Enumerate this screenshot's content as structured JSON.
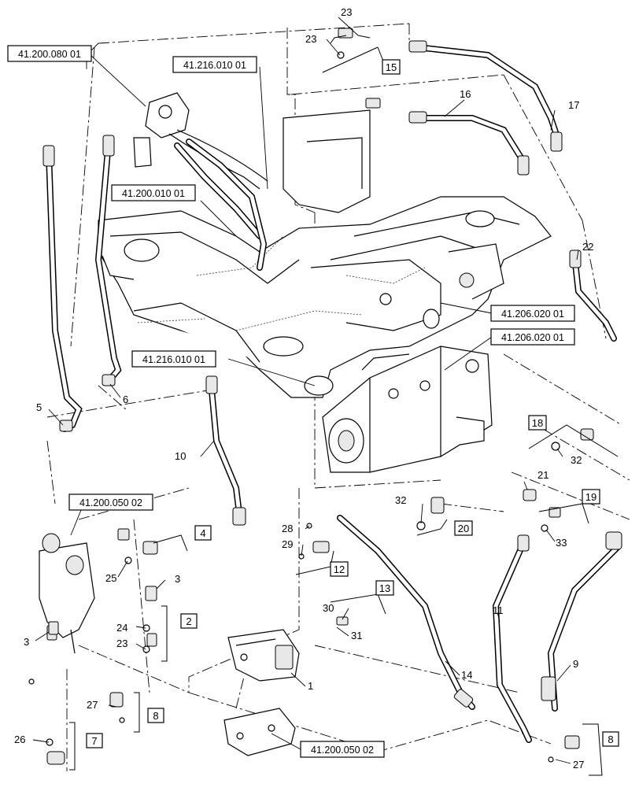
{
  "ref_labels": {
    "r1": "41.200.080 01",
    "r2": "41.216.010 01",
    "r3": "41.200.010 01",
    "r4": "41.206.020 01",
    "r5": "41.206.020 01",
    "r6": "41.216.010 01",
    "r7": "41.200.050 02",
    "r8": "41.200.050 02"
  },
  "group_boxes": {
    "g15": "15",
    "g18": "18",
    "g4": "4",
    "g20": "20",
    "g19": "19",
    "g12": "12",
    "g13": "13",
    "g2": "2",
    "g8a": "8",
    "g7": "7",
    "g8b": "8"
  },
  "callouts": {
    "c23a": "23",
    "c23b": "23",
    "c16": "16",
    "c17": "17",
    "c22": "22",
    "c5": "5",
    "c6": "6",
    "c10": "10",
    "c32a": "32",
    "c21": "21",
    "c32b": "32",
    "c33": "33",
    "c28": "28",
    "c29": "29",
    "c25": "25",
    "c3a": "3",
    "c3b": "3",
    "c24": "24",
    "c23c": "23",
    "c30": "30",
    "c31": "31",
    "c11": "11",
    "c9": "9",
    "c14": "14",
    "c1": "1",
    "c27a": "27",
    "c26": "26",
    "c27b": "27"
  }
}
